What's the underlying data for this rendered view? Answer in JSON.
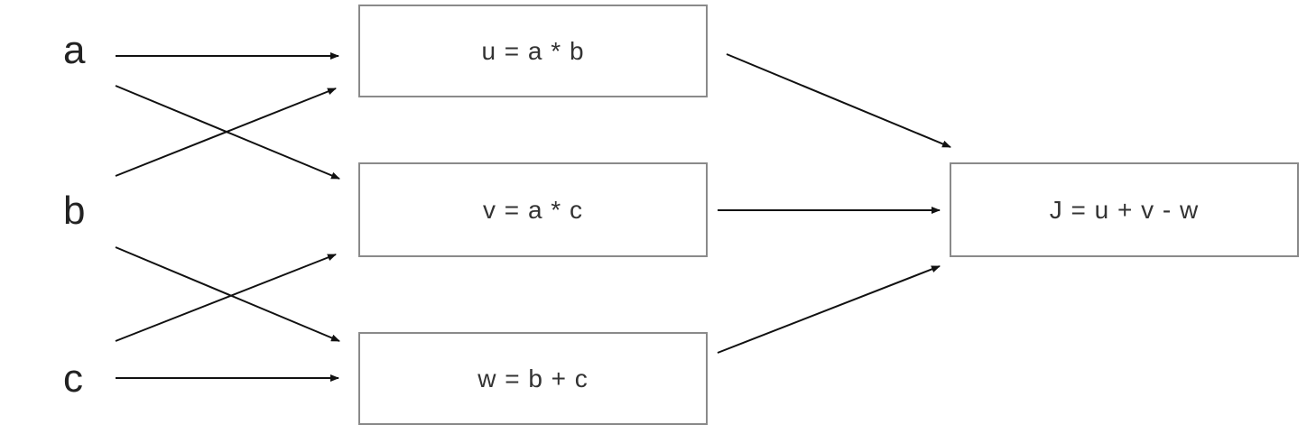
{
  "diagram": {
    "inputs": [
      {
        "id": "a",
        "label": "a"
      },
      {
        "id": "b",
        "label": "b"
      },
      {
        "id": "c",
        "label": "c"
      }
    ],
    "nodes": [
      {
        "id": "u",
        "label": "u = a * b"
      },
      {
        "id": "v",
        "label": "v = a * c"
      },
      {
        "id": "w",
        "label": "w = b + c"
      },
      {
        "id": "J",
        "label": "J = u + v - w"
      }
    ],
    "edges": [
      {
        "from": "a",
        "to": "u"
      },
      {
        "from": "a",
        "to": "v"
      },
      {
        "from": "b",
        "to": "u"
      },
      {
        "from": "b",
        "to": "w"
      },
      {
        "from": "c",
        "to": "v"
      },
      {
        "from": "c",
        "to": "w"
      },
      {
        "from": "u",
        "to": "J"
      },
      {
        "from": "v",
        "to": "J"
      },
      {
        "from": "w",
        "to": "J"
      }
    ],
    "colors": {
      "edge": "#111111",
      "box_border": "#8a8a8a",
      "text": "#333333"
    }
  }
}
